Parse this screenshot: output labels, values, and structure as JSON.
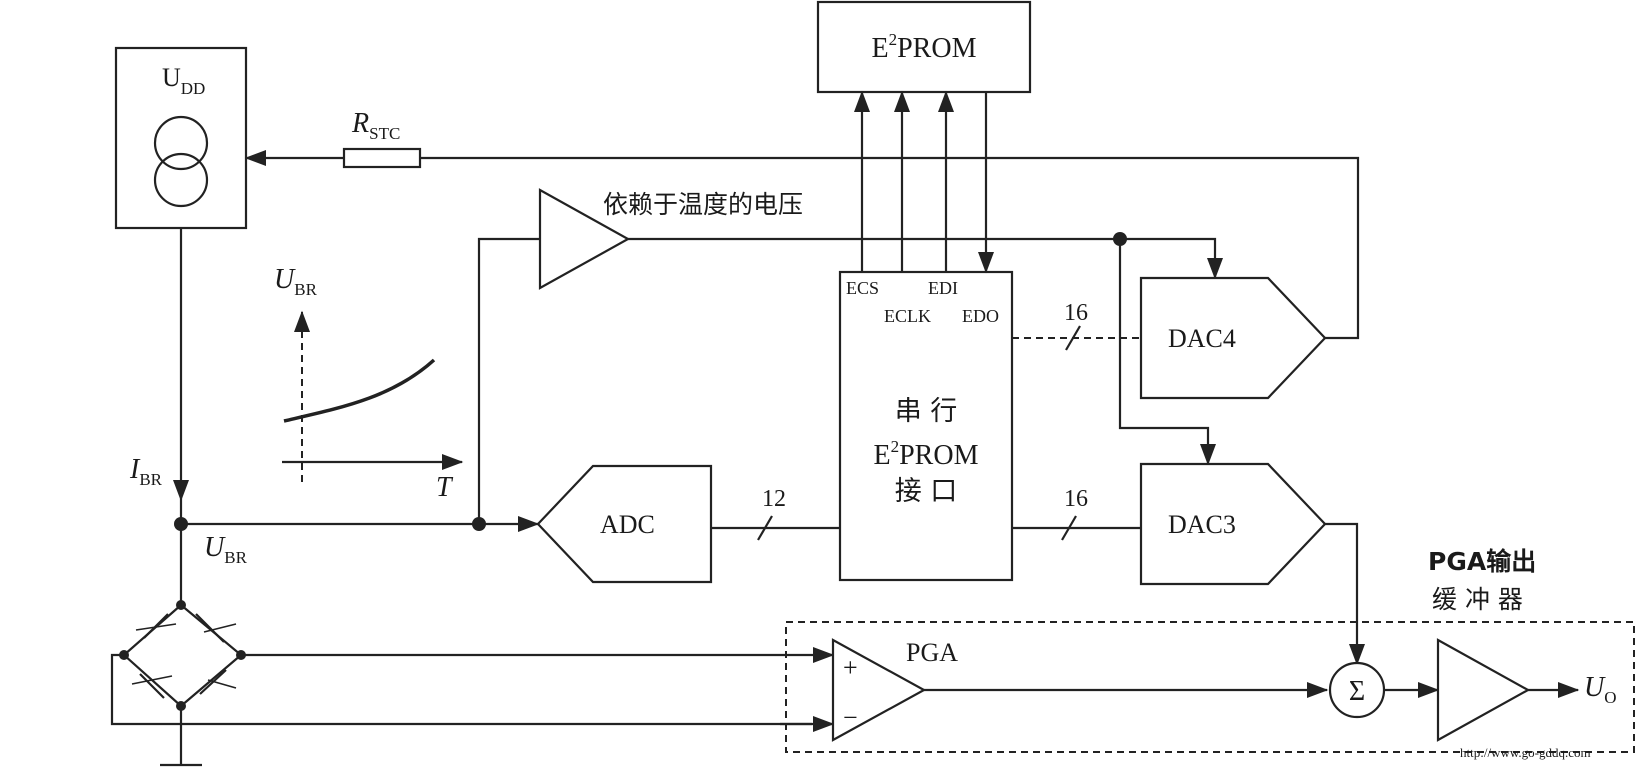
{
  "blocks": {
    "eeprom": {
      "base": "E",
      "sup": "2",
      "rest": "PROM"
    },
    "interface": {
      "line1": "串 行",
      "line2_base": "E",
      "line2_sup": "2",
      "line2_rest": "PROM",
      "line3": "接 口"
    },
    "adc": "ADC",
    "dac3": "DAC3",
    "dac4": "DAC4",
    "pga": "PGA",
    "sum": "Σ"
  },
  "pins": {
    "ecs": "ECS",
    "eclk": "ECLK",
    "edi": "EDI",
    "edo": "EDO"
  },
  "labels": {
    "udd_main": "U",
    "udd_sub": "DD",
    "rstc_main": "R",
    "rstc_sub": "STC",
    "temp_voltage": "依赖于温度的电压",
    "ubr_axis_main": "U",
    "ubr_axis_sub": "BR",
    "t_axis": "T",
    "ibr_main": "I",
    "ibr_sub": "BR",
    "ubr_main": "U",
    "ubr_sub": "BR",
    "bus12": "12",
    "bus16a": "16",
    "bus16b": "16",
    "pga_buf_line1": "PGA输出",
    "pga_buf_line2": "缓 冲 器",
    "plus": "+",
    "minus": "−",
    "uo_main": "U",
    "uo_sub": "O",
    "watermark": "http://www.go-gddq.com"
  }
}
